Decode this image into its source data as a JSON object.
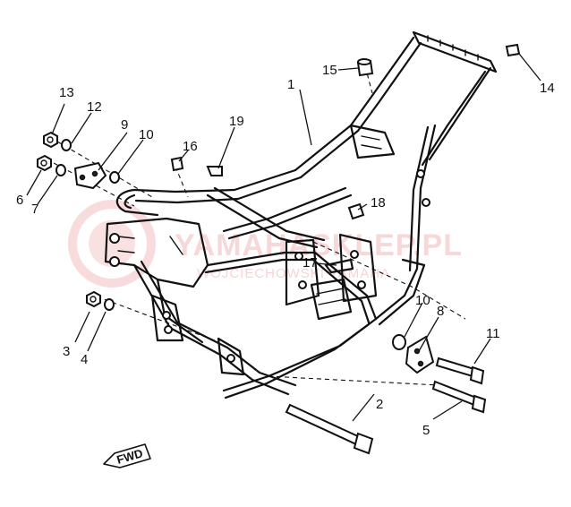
{
  "watermark": {
    "main": "YAMAHASKLEP.PL",
    "sub": "WOJCIECHOWSKI  YAMAHA",
    "color": "#e03a3e"
  },
  "direction_label": "FWD",
  "callouts": [
    "1",
    "2",
    "3",
    "4",
    "5",
    "6",
    "7",
    "8",
    "9",
    "10",
    "11",
    "12",
    "13",
    "14",
    "15",
    "16",
    "17",
    "18",
    "19",
    "10"
  ]
}
